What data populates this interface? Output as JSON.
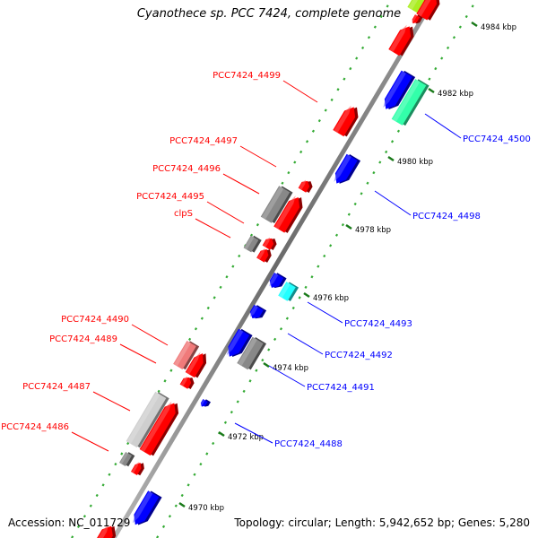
{
  "title": "Cyanothece sp. PCC 7424, complete genome",
  "accession": "Accession: NC_011729",
  "topology": "Topology: circular; Length: 5,942,652 bp; Genes: 5,280",
  "colors": {
    "forward": "#ff0000",
    "reverse": "#0000ff",
    "grey": "#888888",
    "light_red": "#f07a7a",
    "light_grey": "#cfcfcf",
    "cyan": "#22ffff",
    "teal": "#33ffaa",
    "yellow_green": "#aaee22",
    "backbone": "#8a8a8a",
    "dots": "#33aa33"
  },
  "kbp_ticks": [
    "4984 kbp",
    "4982 kbp",
    "4980 kbp",
    "4978 kbp",
    "4976 kbp",
    "4974 kbp",
    "4972 kbp",
    "4970 kbp"
  ],
  "left_labels": [
    "PCC7424_4499",
    "PCC7424_4497",
    "PCC7424_4496",
    "PCC7424_4495",
    "clpS",
    "PCC7424_4490",
    "PCC7424_4489",
    "PCC7424_4487",
    "PCC7424_4486"
  ],
  "right_labels": [
    "PCC7424_4500",
    "PCC7424_4498",
    "PCC7424_4493",
    "PCC7424_4492",
    "PCC7424_4491",
    "PCC7424_4488"
  ]
}
